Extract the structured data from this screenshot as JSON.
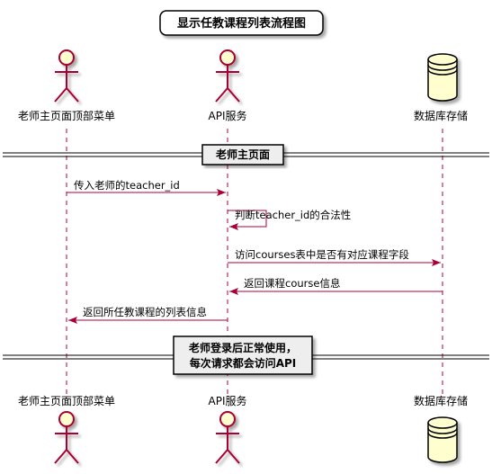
{
  "title": "显示任教课程列表流程图",
  "participants": {
    "teacher_menu": {
      "label": "老师主页面顶部菜单",
      "kind": "actor"
    },
    "api": {
      "label": "API服务",
      "kind": "actor"
    },
    "db": {
      "label": "数据库存储",
      "kind": "database"
    }
  },
  "dividers": {
    "top": [
      "老师主页面"
    ],
    "bottom": [
      "老师登录后正常使用，",
      "每次请求都会访问API"
    ]
  },
  "messages": [
    {
      "from": "teacher_menu",
      "to": "api",
      "text": "传入老师的teacher_id"
    },
    {
      "from": "api",
      "to": "api",
      "text": "判断teacher_id的合法性"
    },
    {
      "from": "api",
      "to": "db",
      "text": "访问courses表中是否有对应课程字段"
    },
    {
      "from": "db",
      "to": "api",
      "text": "返回课程course信息"
    },
    {
      "from": "api",
      "to": "teacher_menu",
      "text": "返回所任教课程的列表信息"
    }
  ],
  "colors": {
    "line": "#A80036",
    "actor_fill": "#FEFECE",
    "divider_fill": "#EEEEEE"
  }
}
